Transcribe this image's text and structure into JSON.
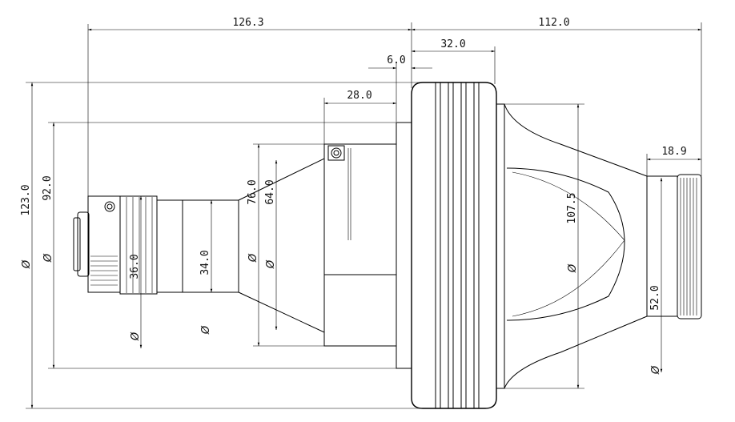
{
  "diagram": {
    "phi_symbol": "Ø",
    "dimensions": {
      "total_length_left": "126.3",
      "total_length_right": "112.0",
      "flange_offset": "6.0",
      "fin_section_length": "32.0",
      "adapter_length": "28.0",
      "rear_knurl_length": "18.9",
      "outer_diameter": "123.0",
      "flange_diameter": "92.0",
      "cone_large_diameter": "76.0",
      "cone_inner_diameter": "64.0",
      "barrel_diameter": "34.0",
      "front_diameter": "36.0",
      "hood_diameter": "107.5",
      "rear_diameter": "52.0"
    }
  }
}
